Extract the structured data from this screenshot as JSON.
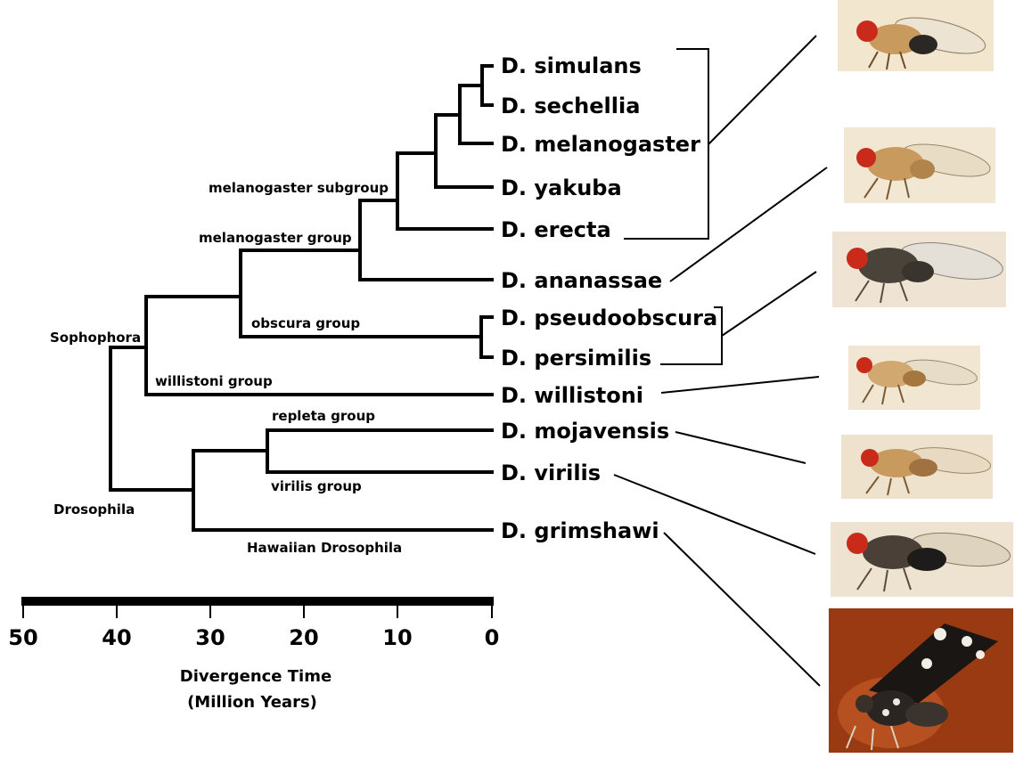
{
  "species": [
    "D. simulans",
    "D. sechellia",
    "D. melanogaster",
    "D. yakuba",
    "D. erecta",
    "D. ananassae",
    "D. pseudoobscura",
    "D. persimilis",
    "D. willistoni",
    "D. mojavensis",
    "D. virilis",
    "D. grimshawi"
  ],
  "groups": {
    "melanogaster_subgroup": "melanogaster subgroup",
    "melanogaster_group": "melanogaster group",
    "obscura_group": "obscura group",
    "sophophora": "Sophophora",
    "willistoni_group": "willistoni group",
    "repleta_group": "repleta group",
    "virilis_group": "virilis group",
    "drosophila": "Drosophila",
    "hawaiian": "Hawaiian Drosophila"
  },
  "axis": {
    "ticks": [
      "50",
      "40",
      "30",
      "20",
      "10",
      "0"
    ],
    "title_line1": "Divergence Time",
    "title_line2": "(Million Years)"
  },
  "colors": {
    "tan_fly": "#c89a5e",
    "eye_red": "#c92a1a",
    "dark_body": "#2a2724",
    "photo_bg": "#9a3a12"
  }
}
